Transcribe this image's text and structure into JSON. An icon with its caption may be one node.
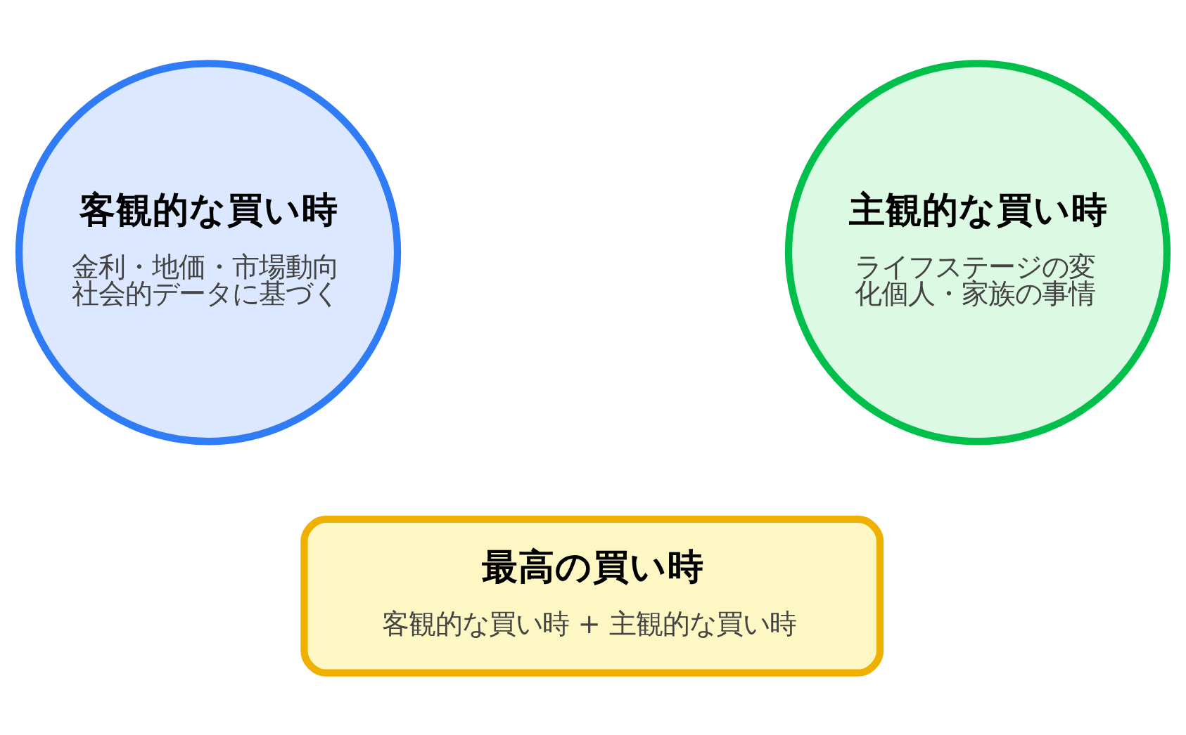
{
  "diagram": {
    "nodes": [
      {
        "text": [
          "客観的な買い時",
          "金利・地価・市場動向社会的データに基づく"
        ]
      },
      {
        "text": [
          "主観的な買い時",
          "ライフステージの変化個人・家族の事情"
        ]
      },
      {
        "text": [
          "最高の買い時",
          "客観的な買い時 + 主観的な買い時"
        ]
      }
    ]
  }
}
